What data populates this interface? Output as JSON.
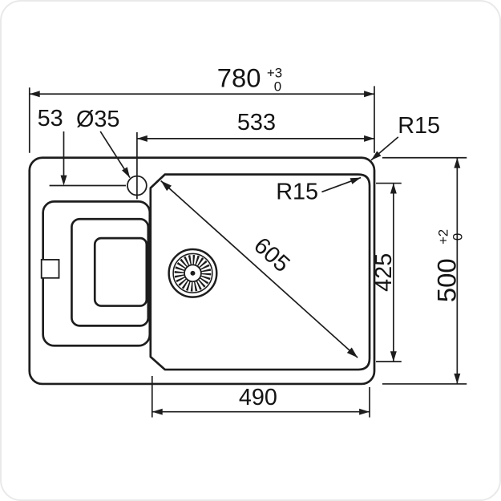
{
  "colors": {
    "line": "#1d1d1d",
    "background": "#ffffff"
  },
  "drawing": {
    "labels": {
      "overall_width": "780",
      "overall_width_tol_upper": "+3",
      "overall_width_tol_lower": "0",
      "edge_to_hole_center": "53",
      "faucet_hole_diameter": "Ø35",
      "hole_to_right_edge": "533",
      "outer_corner_radius": "R15",
      "bowl_corner_radius": "R15",
      "bowl_diagonal": "605",
      "bowl_front_to_back": "425",
      "overall_depth": "500",
      "overall_depth_tol_upper": "+2",
      "overall_depth_tol_lower": "0",
      "bowl_width": "490"
    }
  }
}
